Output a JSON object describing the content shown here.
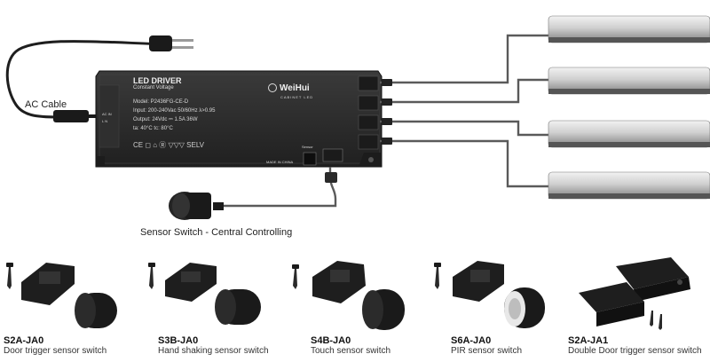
{
  "diagram": {
    "ac_cable_label": "AC Cable",
    "sensor_switch_label": "Sensor Switch - Central Controlling"
  },
  "driver": {
    "title": "LED DRIVER",
    "subtitle": "Constant Voltage",
    "model_line": "Model: P2436FG-CE-D",
    "input_line": "Input: 200-240Vac  50/60Hz   λ>0.95",
    "output_line": "Output: 24Vdc ⎓ 1.5A  36W",
    "temp_line": "ta: 40°C   tc: 80°C",
    "brand": "WeiHui",
    "brand_sub": "CABINET LED",
    "cert_marks": "CE ◻ ⌂ Ⓡ ▽▽▽ SELV",
    "made_in": "MADE IN CHINA",
    "sensor_port": "Sensor",
    "ac_side_text": "AC IN",
    "ac_side_sub": "L N"
  },
  "products": [
    {
      "model": "S2A-JA0",
      "description": "Door trigger sensor switch"
    },
    {
      "model": "S3B-JA0",
      "description": "Hand shaking sensor switch"
    },
    {
      "model": "S4B-JA0",
      "description": "Touch sensor switch"
    },
    {
      "model": "S6A-JA0",
      "description": "PIR sensor switch"
    },
    {
      "model": "S2A-JA1",
      "description": "Double Door trigger sensor switch"
    }
  ],
  "colors": {
    "driver_body": "#2b2b2b",
    "cable": "#5a5a5a",
    "bar_light": "#e6e6e6",
    "bar_dark": "#8c8c8c"
  }
}
